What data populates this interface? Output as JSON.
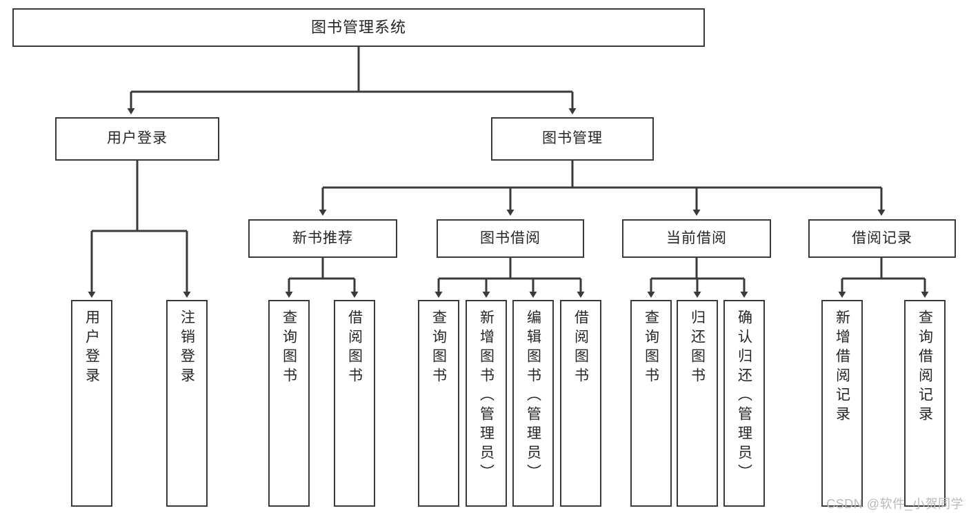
{
  "diagram": {
    "title": "图书管理系统",
    "type": "tree",
    "watermark": "CSDN @软件_小贺同学",
    "colors": {
      "box_border": "#3a3a3a",
      "box_fill": "#ffffff",
      "connector": "#3a3a3a",
      "text": "#262626",
      "watermark": "#b9b9b9",
      "background": "#ffffff"
    },
    "root": {
      "label": "图书管理系统"
    },
    "level2": [
      {
        "label": "用户登录"
      },
      {
        "label": "图书管理"
      }
    ],
    "level3": [
      {
        "label": "新书推荐"
      },
      {
        "label": "图书借阅"
      },
      {
        "label": "当前借阅"
      },
      {
        "label": "借阅记录"
      }
    ],
    "leaves": {
      "user_login": [
        {
          "label": "用户登录"
        },
        {
          "label": "注销登录"
        }
      ],
      "new_book_recommend": [
        {
          "label": "查询图书"
        },
        {
          "label": "借阅图书"
        }
      ],
      "book_borrow": [
        {
          "label": "查询图书"
        },
        {
          "label": "新增图书（管理员）"
        },
        {
          "label": "编辑图书（管理员）"
        },
        {
          "label": "借阅图书"
        }
      ],
      "current_borrow": [
        {
          "label": "查询图书"
        },
        {
          "label": "归还图书"
        },
        {
          "label": "确认归还（管理员）"
        }
      ],
      "borrow_record": [
        {
          "label": "新增借阅记录"
        },
        {
          "label": "查询借阅记录"
        }
      ]
    }
  }
}
